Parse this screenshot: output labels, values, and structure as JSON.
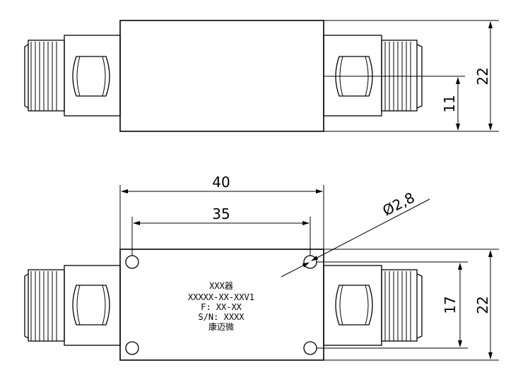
{
  "dimensions": {
    "top_height": "22",
    "top_half_height": "11",
    "total_length": "40",
    "hole_spacing": "35",
    "hole_diameter": "Ø2,8",
    "bottom_height": "22",
    "hole_vertical_spacing": "17"
  },
  "nameplate": {
    "line1": "XXX器",
    "line2": "XXXXX-XX-XXV1",
    "line3": "F: XX-XX",
    "line4": "S/N: XXXX",
    "line5": "康迈微"
  }
}
